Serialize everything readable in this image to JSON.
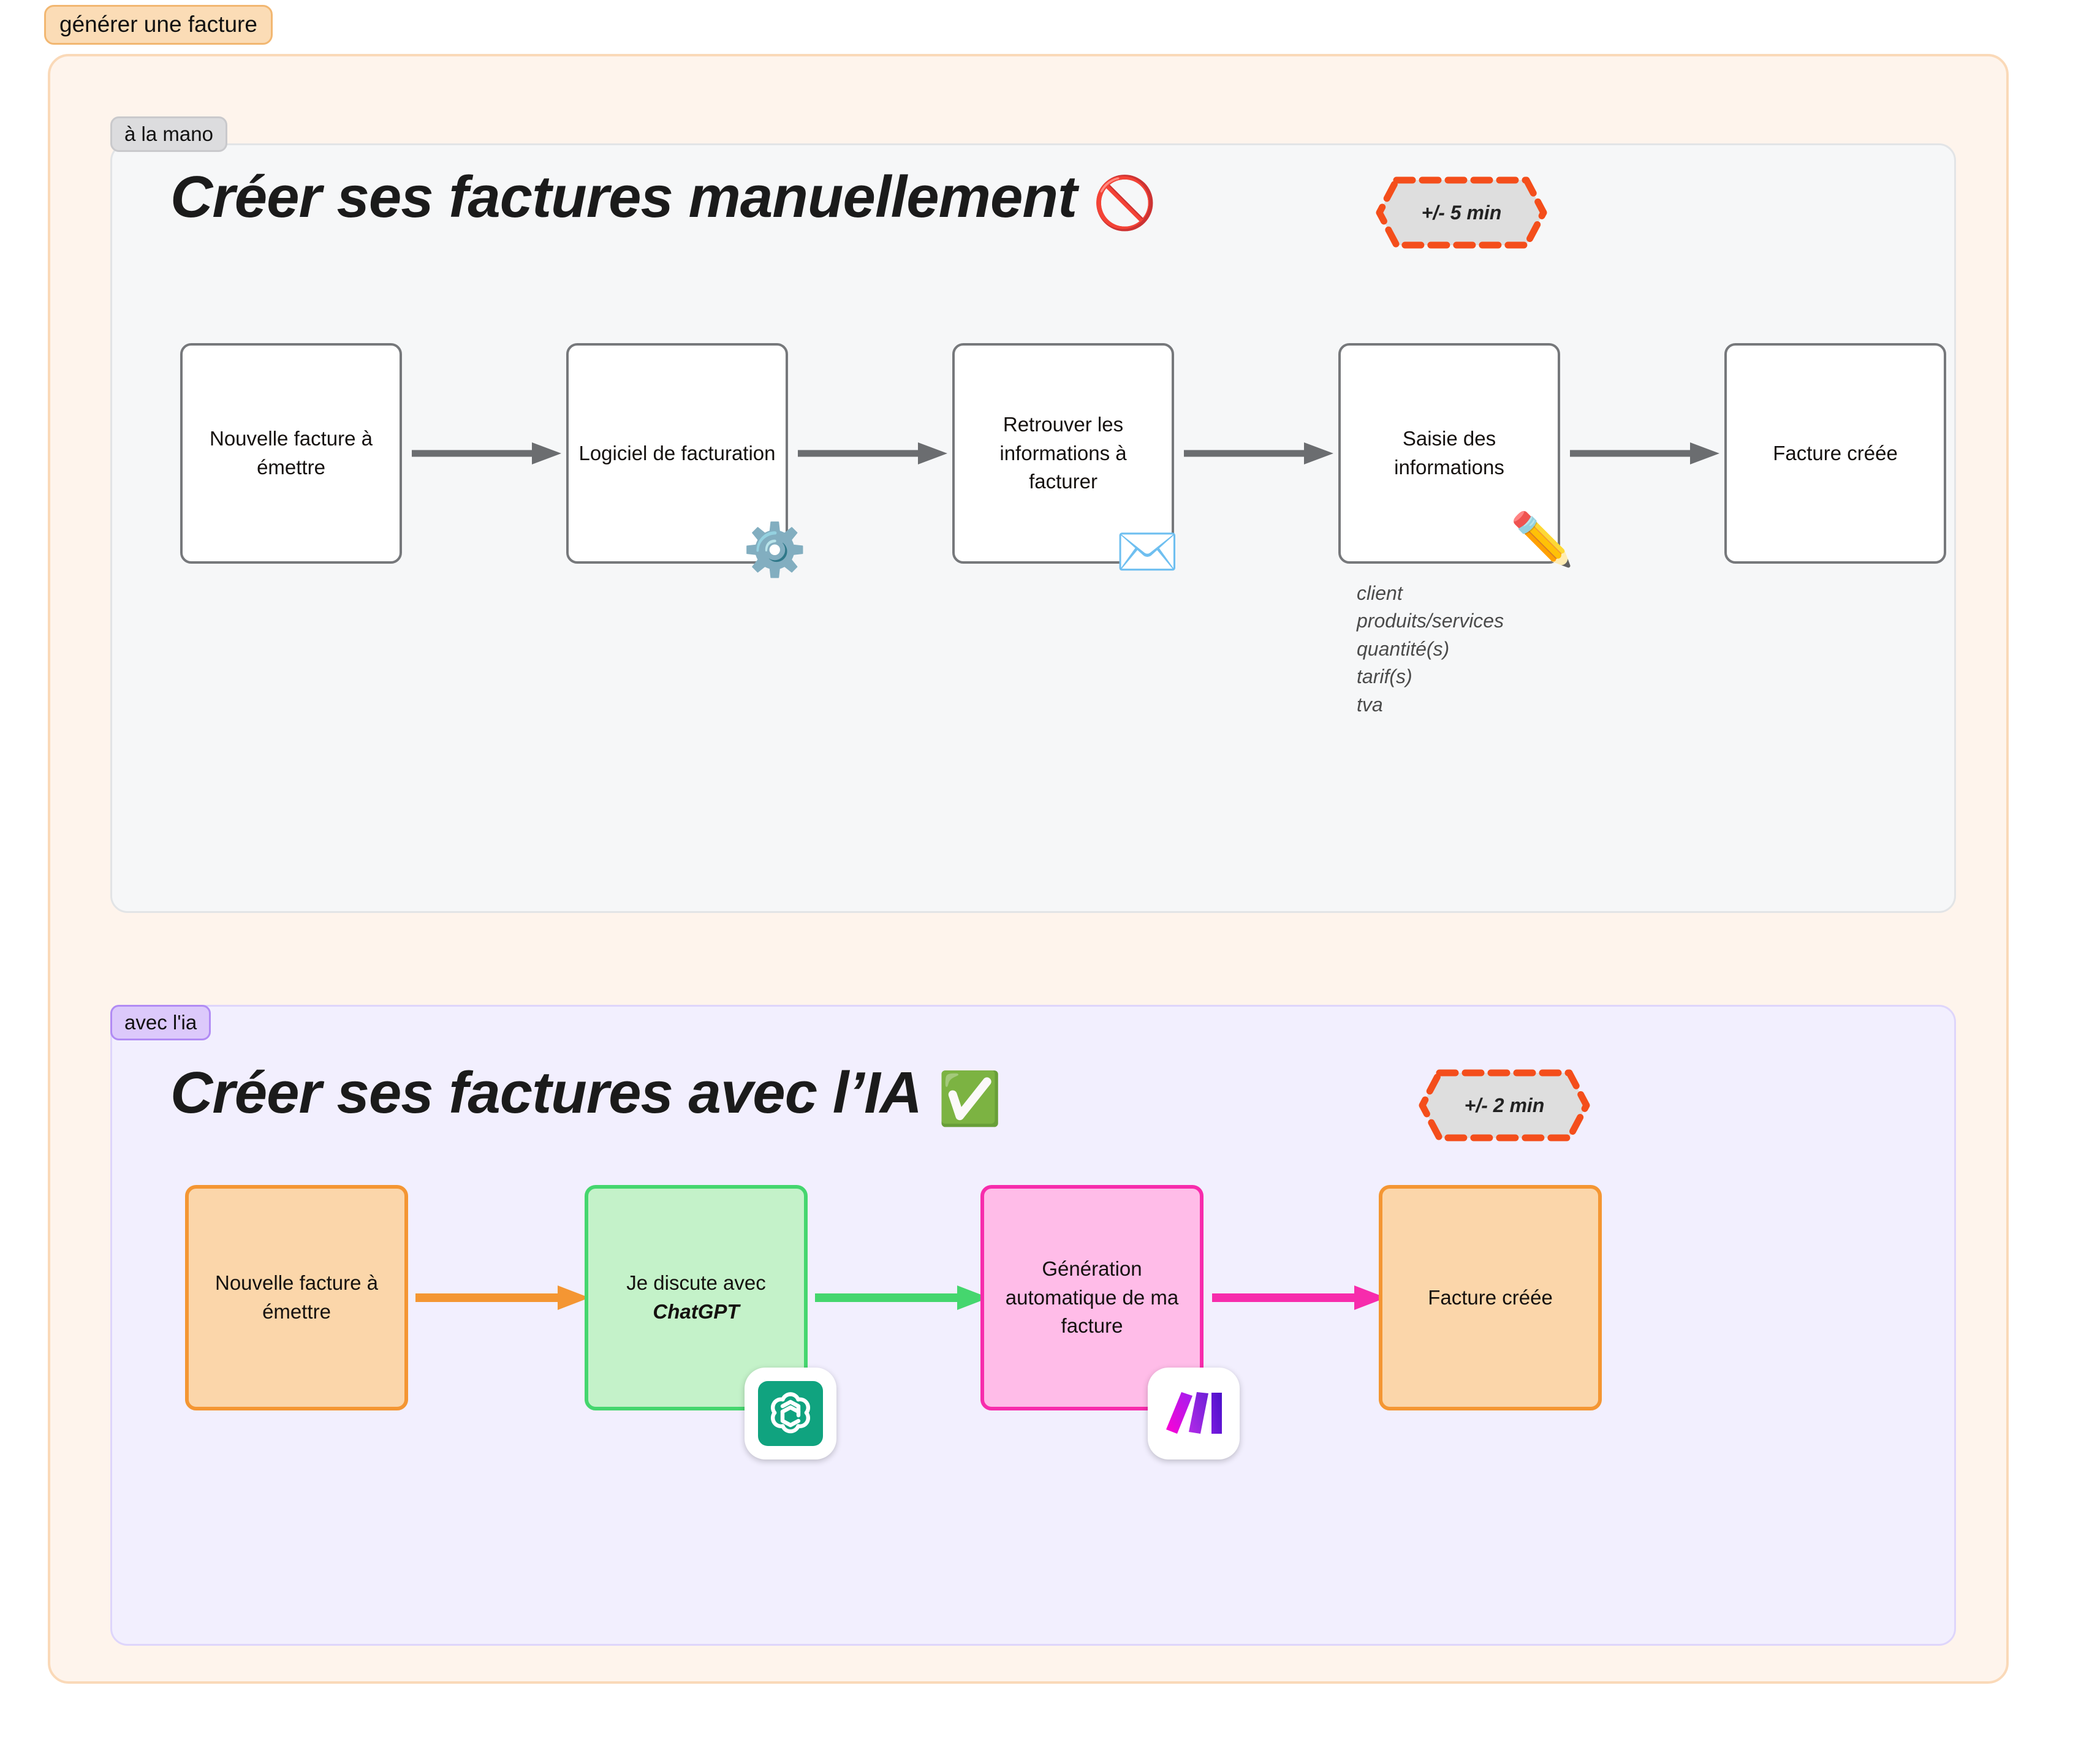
{
  "outer": {
    "tag_label": "générer une facture",
    "bg_color": "#FEF4EC",
    "border_color": "#FAD9B8",
    "tag_bg": "#FBDCB6",
    "tag_border": "#F2B771"
  },
  "sections": [
    {
      "id": "manual",
      "tag_label": "à la mano",
      "tag_bg": "#DCDCDE",
      "tag_border": "#C9C9CC",
      "bg_color": "#F6F7F8",
      "border_color": "#E2E4E6",
      "heading": "Créer ses factures manuellement",
      "heading_emoji": "🚫",
      "heading_emoji_name": "prohibited-icon",
      "time_badge": "+/- 5 min",
      "time_badge_border": "#F44E1B",
      "time_badge_fill": "#DEDEDE",
      "nodes": [
        {
          "label": "Nouvelle facture à émettre",
          "style": "plain",
          "icon": null
        },
        {
          "label": "Logiciel de facturation",
          "style": "plain",
          "icon": "⚙️",
          "icon_name": "gear-icon"
        },
        {
          "label": "Retrouver les informations à facturer",
          "style": "plain",
          "icon": "✉️",
          "icon_name": "envelope-icon"
        },
        {
          "label": "Saisie des informations",
          "style": "plain",
          "icon": "✏️",
          "icon_name": "pencil-icon"
        },
        {
          "label": "Facture créée",
          "style": "plain",
          "icon": null
        }
      ],
      "arrow_color": "#6B6D70",
      "subnotes": [
        "client",
        "produits/services",
        "quantité(s)",
        "tarif(s)",
        "tva"
      ]
    },
    {
      "id": "ai",
      "tag_label": "avec l'ia",
      "tag_bg": "#DCC9FB",
      "tag_border": "#B18BF4",
      "bg_color": "#F2EFFE",
      "border_color": "#DED5FB",
      "heading": "Créer ses factures avec l’IA",
      "heading_emoji": "✅",
      "heading_emoji_name": "check-mark-button-icon",
      "time_badge": "+/- 2 min",
      "time_badge_border": "#F44E1B",
      "time_badge_fill": "#DEDEDE",
      "nodes": [
        {
          "label": "Nouvelle facture à émettre",
          "style": "orange",
          "bg": "#FBD6AA",
          "border": "#F49633",
          "logo": null
        },
        {
          "label_line1": "Je discute avec",
          "label_line2": "ChatGPT",
          "style": "green",
          "bg": "#C4F2C9",
          "border": "#45D66E",
          "logo": "chatgpt-logo"
        },
        {
          "label": "Génération automatique de ma facture",
          "style": "pink",
          "bg": "#FFBCE8",
          "border": "#F72CAC",
          "logo": "make-logo"
        },
        {
          "label": "Facture créée",
          "style": "orange",
          "bg": "#FBD6AA",
          "border": "#F49633",
          "logo": null
        }
      ],
      "arrow_colors": [
        "#F49633",
        "#45D66E",
        "#F72CAC"
      ]
    }
  ]
}
